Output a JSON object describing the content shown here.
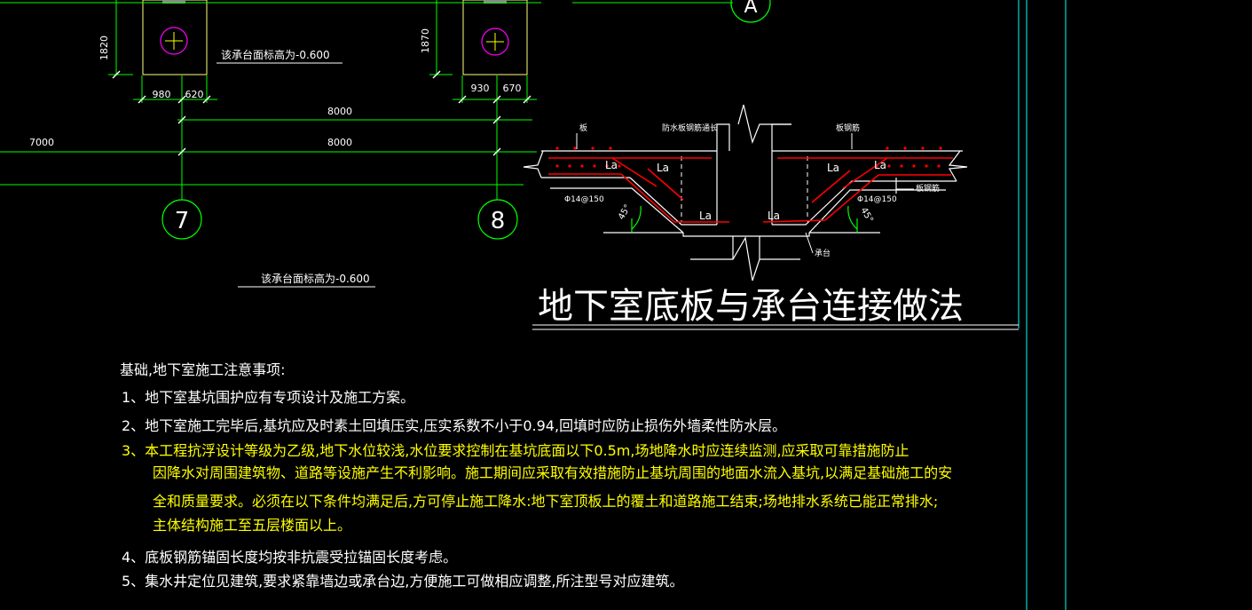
{
  "plan": {
    "dims": {
      "h_left": "1820",
      "h_right": "1870",
      "w_left_a": "980",
      "w_left_b": "620",
      "w_right_a": "930",
      "w_right_b": "670",
      "span_upper": "8000",
      "span_lower": "8000",
      "span_left": "7000"
    },
    "elev_note_1": "该承台面标高为-0.600",
    "elev_note_2": "该承台面标高为-0.600",
    "grid_labels": [
      "7",
      "8",
      "A"
    ]
  },
  "detail": {
    "title": "地下室底板与承台连接做法",
    "labels": {
      "top_left": "板",
      "top_mid": "防水板钢筋通长",
      "top_right": "板钢筋",
      "right_side": "板钢筋",
      "bottom_right": "承台",
      "la": "La",
      "rebar_left": "Φ14@150",
      "rebar_right": "Φ14@150",
      "angle": "45°"
    }
  },
  "notes": {
    "heading": "基础,地下室施工注意事项:",
    "items": [
      {
        "text": "1、地下室基坑围护应有专项设计及施工方案。",
        "highlight": false
      },
      {
        "text": "2、地下室施工完毕后,基坑应及时素土回填压实,压实系数不小于0.94,回填时应防止损伤外墙柔性防水层。",
        "highlight": false
      },
      {
        "text": "3、本工程抗浮设计等级为乙级,地下水位较浅,水位要求控制在基坑底面以下0.5m,场地降水时应连续监测,应采取可靠措施防止",
        "highlight": true
      },
      {
        "text": "因降水对周围建筑物、道路等设施产生不利影响。施工期间应采取有效措施防止基坑周围的地面水流入基坑,以满足基础施工的安",
        "highlight": true
      },
      {
        "text": "全和质量要求。必须在以下条件均满足后,方可停止施工降水:地下室顶板上的覆土和道路施工结束;场地排水系统已能正常排水;",
        "highlight": true
      },
      {
        "text": "主体结构施工至五层楼面以上。",
        "highlight": true
      },
      {
        "text": "4、底板钢筋锚固长度均按非抗震受拉锚固长度考虑。",
        "highlight": false
      },
      {
        "text": "5、集水井定位见建筑,要求紧靠墙边或承台边,方便施工可做相应调整,所注型号对应建筑。",
        "highlight": false
      }
    ]
  },
  "colors": {
    "background": "#000000",
    "green": "#00ff00",
    "white": "#ffffff",
    "yellow": "#ffff00",
    "red": "#ff0000",
    "magenta": "#ff00ff",
    "cyan": "#00ffff",
    "gold": "#ffff80"
  }
}
